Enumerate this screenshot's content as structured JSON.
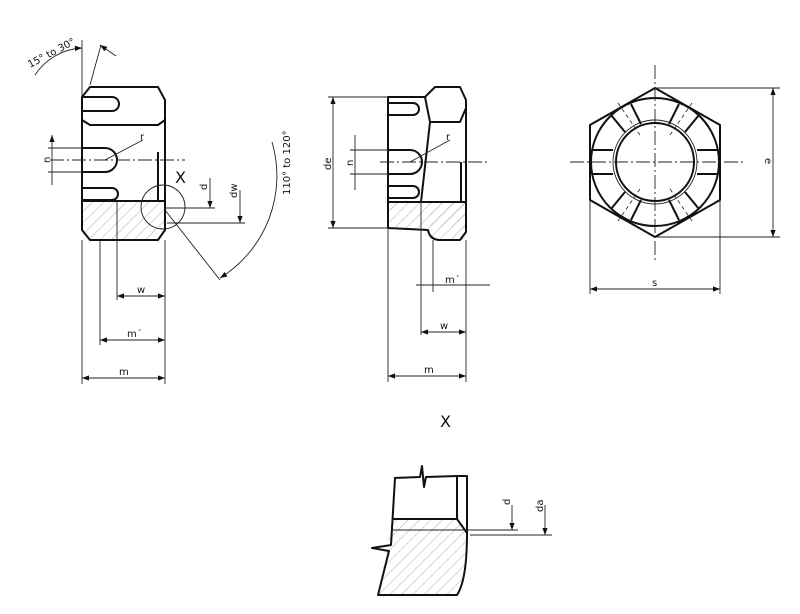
{
  "title": "Slotted / castle nut dimension drawing",
  "side_view": {
    "angle_top": "15° to 30°",
    "angle_bearing": "110° to 120°",
    "n": "n",
    "r": "r",
    "x_ref": "X",
    "d": "d",
    "dw": "dw",
    "w": "w",
    "m_prime": "m´",
    "m": "m"
  },
  "side_view_collar": {
    "de": "de",
    "n": "n",
    "r": "r",
    "m_prime": "m´",
    "w": "w",
    "m": "m"
  },
  "top_view": {
    "e": "e",
    "s": "s"
  },
  "detail_x": {
    "title": "X",
    "d": "d",
    "da": "da"
  },
  "colors": {
    "line": "#111111",
    "hatch": "#9a9a9a"
  }
}
